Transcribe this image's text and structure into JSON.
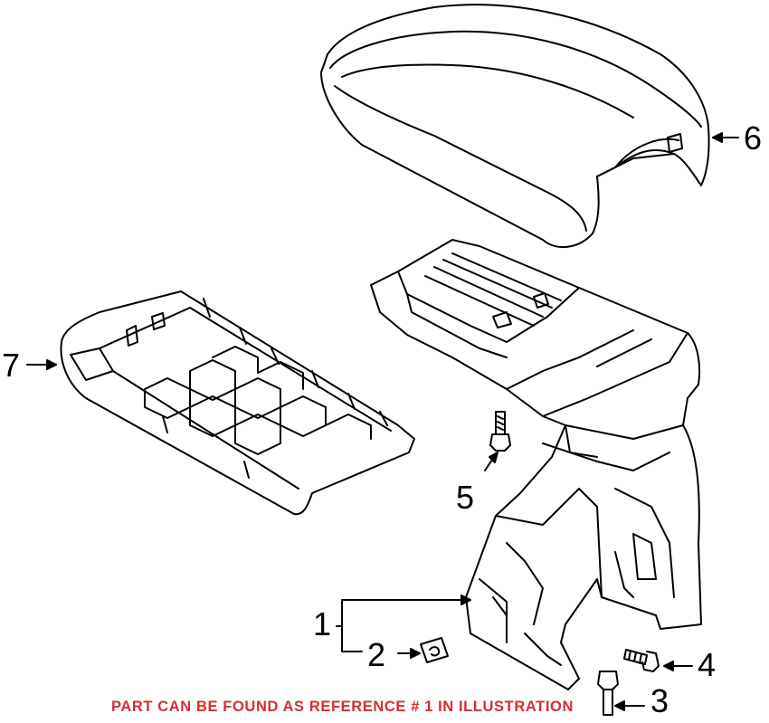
{
  "colors": {
    "line": "#000000",
    "note": "#d32f2f",
    "background": "#ffffff"
  },
  "callouts": [
    {
      "ref": "1"
    },
    {
      "ref": "2"
    },
    {
      "ref": "3"
    },
    {
      "ref": "4"
    },
    {
      "ref": "5"
    },
    {
      "ref": "6"
    },
    {
      "ref": "7"
    }
  ],
  "note": "PART CAN BE FOUND AS REFERENCE # 1 IN ILLUSTRATION"
}
